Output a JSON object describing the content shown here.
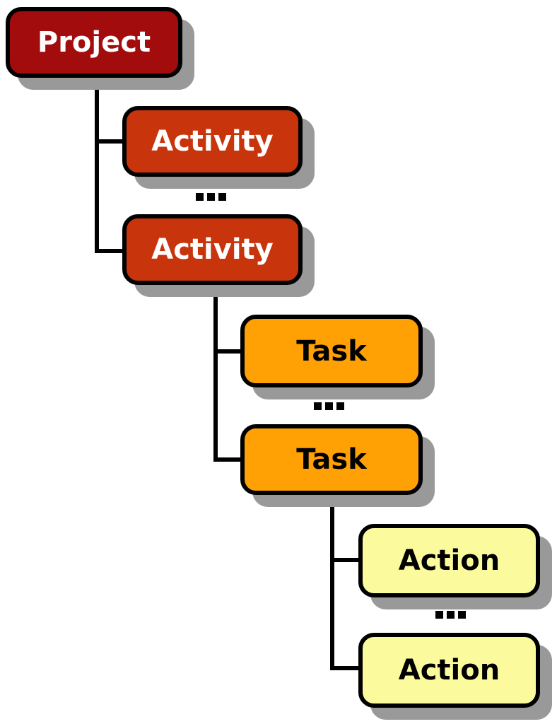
{
  "colors": {
    "background": "#FFFFFF",
    "border": "#000000",
    "connector": "#000000",
    "shadow": "#999999",
    "ellipsis_dot": "#000000"
  },
  "ellipsis": {
    "symbol": "..."
  },
  "nodes": [
    {
      "id": "project",
      "label": "Project",
      "fill": "#A30C0C",
      "text_color": "#FFFFFF"
    },
    {
      "id": "activity-top",
      "label": "Activity",
      "fill": "#C8340B",
      "text_color": "#FFFFFF"
    },
    {
      "id": "activity-bottom",
      "label": "Activity",
      "fill": "#C8340B",
      "text_color": "#FFFFFF"
    },
    {
      "id": "task-top",
      "label": "Task",
      "fill": "#FFA005",
      "text_color": "#000000"
    },
    {
      "id": "task-bottom",
      "label": "Task",
      "fill": "#FFA005",
      "text_color": "#000000"
    },
    {
      "id": "action-top",
      "label": "Action",
      "fill": "#FBFB9E",
      "text_color": "#000000"
    },
    {
      "id": "action-bottom",
      "label": "Action",
      "fill": "#FBFB9E",
      "text_color": "#000000"
    }
  ]
}
